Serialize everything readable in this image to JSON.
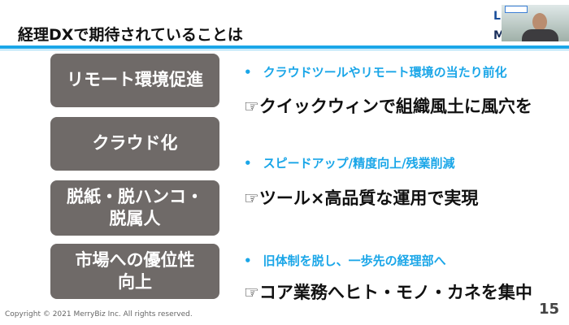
{
  "title": "経理DXで期待されていることは",
  "boxes": [
    "リモート環境促進",
    "クラウド化",
    "脱紙・脱ハンコ・\n脱属人",
    "市場への優位性\n向上"
  ],
  "bullets": [
    {
      "blue": "クラウドツールやリモート環境の当たり前化",
      "black": "☞クイックウィンで組織風土に風穴を"
    },
    {
      "blue": "スピードアップ/精度向上/残業削減",
      "black": "☞ツール×高品質な運用で実現"
    },
    {
      "blue": "旧体制を脱し、一歩先の経理部へ",
      "black": "☞コア業務へヒト・モノ・カネを集中"
    }
  ],
  "bullet_mark": "•",
  "copyright": "Copyright © 2021 MerryBiz Inc. All rights reserved.",
  "page_number": "15",
  "slide_partial": {
    "l": "L",
    "m": "M"
  }
}
